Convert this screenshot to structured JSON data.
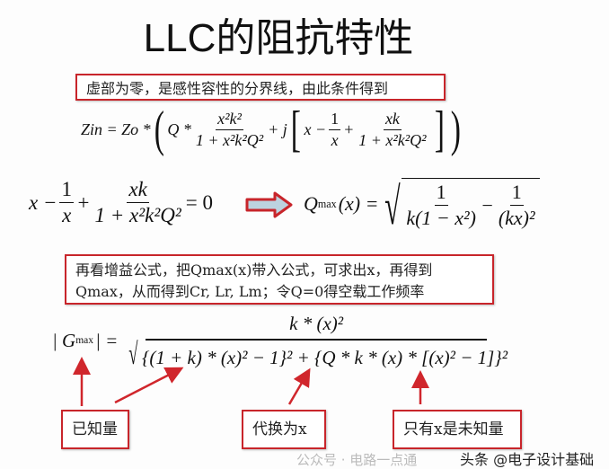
{
  "title": "LLC的阻抗特性",
  "note1": "虚部为零，是感性容性的分界线，由此条件得到",
  "note2_line1": "再看增益公式，把Qmax(x)带入公式，可求出x，再得到",
  "note2_line2": "Qmax，从而得到Cr, Lr, Lm；令Q=0得空载工作频率",
  "zin": {
    "lhs": "Zin = Zo *",
    "lparen": "(",
    "q": "Q *",
    "f1n": "x²k²",
    "f1d": "1 + x²k²Q²",
    "plusj": "+ j",
    "lbrack": "[",
    "xminus": "x −",
    "f2n": "1",
    "f2d": "x",
    "plus": "+",
    "f3n": "xk",
    "f3d": "1 + x²k²Q²",
    "rbrack": "]",
    "rparen": ")"
  },
  "eq2": {
    "xminus": "x −",
    "f1n": "1",
    "f1d": "x",
    "plus": "+",
    "f2n": "xk",
    "f2d": "1 + x²k²Q²",
    "rhs": "= 0"
  },
  "qmax": {
    "q": "Q",
    "sub": "max",
    "arg": "(x) =",
    "rad": "√",
    "f1n": "1",
    "f1d": "k(1 − x²)",
    "minus": "−",
    "f2n": "1",
    "f2d": "(kx)²"
  },
  "gmax": {
    "bar1": "| G",
    "sub": "max",
    "bar2": "| =",
    "num": "k * (x)²",
    "rad": "√",
    "den": "{(1 + k) * (x)² − 1}² + {Q * k * (x) * [(x)² − 1]}²"
  },
  "labels": {
    "known": "已知量",
    "substitute": "代换为x",
    "unknown": "只有x是未知量"
  },
  "watermark": "头条 @电子设计基础",
  "watermark_faded": "公众号 · 电路一点通",
  "colors": {
    "accent_red": "#c8252b",
    "arrow_fill": "#bcd3e0"
  }
}
